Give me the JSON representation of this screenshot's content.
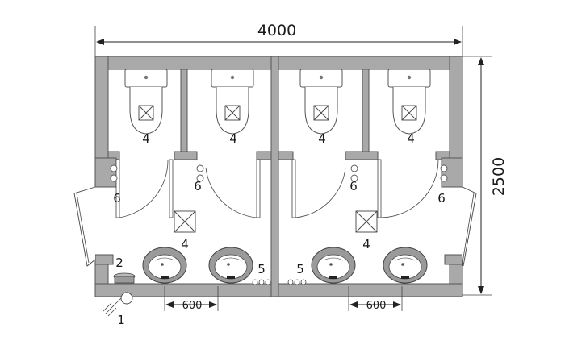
{
  "dimensions": {
    "width": "4000",
    "height": "2500",
    "sink_spacing_left": "600",
    "sink_spacing_right": "600"
  },
  "labels": {
    "toilet_1": "4",
    "toilet_2": "4",
    "toilet_3": "4",
    "toilet_4": "4",
    "drain_left": "4",
    "drain_right": "4",
    "door_1": "6",
    "door_2": "6",
    "door_3": "6",
    "door_4": "6",
    "fixture_2": "2",
    "fixture_1": "1",
    "valves_left": "5",
    "valves_right": "5"
  },
  "colors": {
    "wall_fill": "#a9a9a9",
    "line": "#333333"
  }
}
